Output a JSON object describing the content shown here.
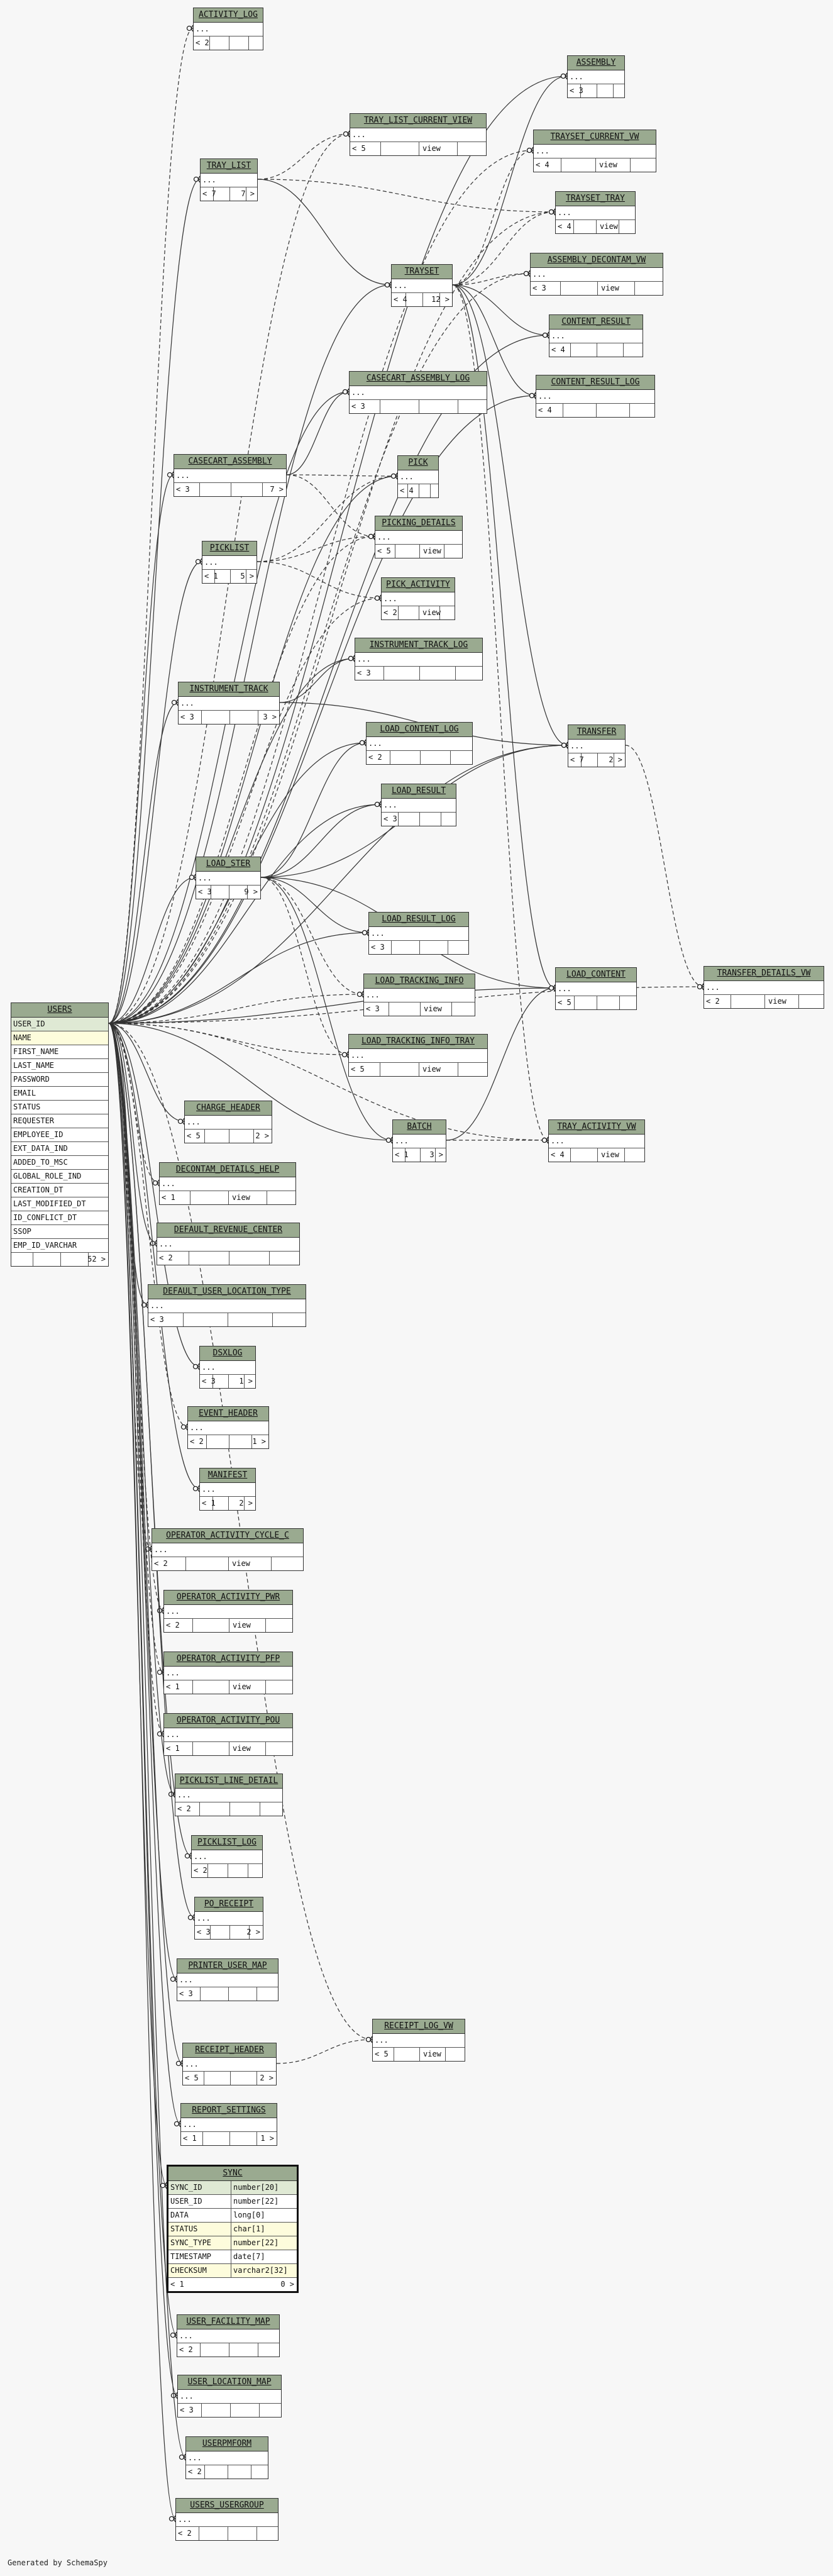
{
  "footer": "Generated by SchemaSpy",
  "colors": {
    "header": "#9aaa90",
    "key_row": "#dfe9d4",
    "nullable_row": "#fdfcdc",
    "line": "#333333"
  },
  "tables": [
    {
      "id": "activity_log",
      "name": "ACTIVITY_LOG",
      "rows": [
        "..."
      ],
      "f1": "< 2",
      "f2": "",
      "f3": ""
    },
    {
      "id": "assembly",
      "name": "ASSEMBLY",
      "rows": [
        "..."
      ],
      "f1": "< 3",
      "f2": "",
      "f3": ""
    },
    {
      "id": "tray_list_current_vw",
      "name": "TRAY_LIST_CURRENT_VIEW",
      "rows": [
        "..."
      ],
      "f1": "< 5",
      "f2": "view",
      "f3": ""
    },
    {
      "id": "tray_list",
      "name": "TRAY_LIST",
      "rows": [
        "..."
      ],
      "f1": "< 7",
      "f2": "",
      "f3": "7 >"
    },
    {
      "id": "trayset_current_vw",
      "name": "TRAYSET_CURRENT_VW",
      "rows": [
        "..."
      ],
      "f1": "< 4",
      "f2": "view",
      "f3": ""
    },
    {
      "id": "trayset_tray",
      "name": "TRAYSET_TRAY",
      "rows": [
        "..."
      ],
      "f1": "< 4",
      "f2": "view",
      "f3": ""
    },
    {
      "id": "trayset",
      "name": "TRAYSET",
      "rows": [
        "..."
      ],
      "f1": "< 4",
      "f2": "",
      "f3": "12 >"
    },
    {
      "id": "assembly_decontam_vw",
      "name": "ASSEMBLY_DECONTAM_VW",
      "rows": [
        "..."
      ],
      "f1": "< 3",
      "f2": "view",
      "f3": ""
    },
    {
      "id": "content_result",
      "name": "CONTENT_RESULT",
      "rows": [
        "..."
      ],
      "f1": "< 4",
      "f2": "",
      "f3": ""
    },
    {
      "id": "cassemblylog",
      "name": "CASECART_ASSEMBLY_LOG",
      "rows": [
        "..."
      ],
      "f1": "< 3",
      "f2": "",
      "f3": ""
    },
    {
      "id": "content_result_log",
      "name": "CONTENT_RESULT_LOG",
      "rows": [
        "..."
      ],
      "f1": "< 4",
      "f2": "",
      "f3": ""
    },
    {
      "id": "casecart_assembly",
      "name": "CASECART_ASSEMBLY",
      "rows": [
        "..."
      ],
      "f1": "< 3",
      "f2": "",
      "f3": "7 >"
    },
    {
      "id": "pick",
      "name": "PICK",
      "rows": [
        "..."
      ],
      "f1": "< 4",
      "f2": "",
      "f3": ""
    },
    {
      "id": "picking_details",
      "name": "PICKING_DETAILS",
      "rows": [
        "..."
      ],
      "f1": "< 5",
      "f2": "view",
      "f3": ""
    },
    {
      "id": "picklist",
      "name": "PICKLIST",
      "rows": [
        "..."
      ],
      "f1": "< 1",
      "f2": "",
      "f3": "5 >"
    },
    {
      "id": "pick_activity",
      "name": "PICK_ACTIVITY",
      "rows": [
        "..."
      ],
      "f1": "< 2",
      "f2": "view",
      "f3": ""
    },
    {
      "id": "instrument_track_log",
      "name": "INSTRUMENT_TRACK_LOG",
      "rows": [
        "..."
      ],
      "f1": "< 3",
      "f2": "",
      "f3": ""
    },
    {
      "id": "instrument_track",
      "name": "INSTRUMENT_TRACK",
      "rows": [
        "..."
      ],
      "f1": "< 3",
      "f2": "",
      "f3": "3 >"
    },
    {
      "id": "transfer",
      "name": "TRANSFER",
      "rows": [
        "..."
      ],
      "f1": "< 7",
      "f2": "",
      "f3": "2 >"
    },
    {
      "id": "load_content_log",
      "name": "LOAD_CONTENT_LOG",
      "rows": [
        "..."
      ],
      "f1": "< 2",
      "f2": "",
      "f3": ""
    },
    {
      "id": "load_result",
      "name": "LOAD_RESULT",
      "rows": [
        "..."
      ],
      "f1": "< 3",
      "f2": "",
      "f3": ""
    },
    {
      "id": "load_ster",
      "name": "LOAD_STER",
      "rows": [
        "..."
      ],
      "f1": "< 3",
      "f2": "",
      "f3": "9 >"
    },
    {
      "id": "load_result_log",
      "name": "LOAD_RESULT_LOG",
      "rows": [
        "..."
      ],
      "f1": "< 3",
      "f2": "",
      "f3": ""
    },
    {
      "id": "load_content",
      "name": "LOAD_CONTENT",
      "rows": [
        "..."
      ],
      "f1": "< 5",
      "f2": "",
      "f3": ""
    },
    {
      "id": "transfer_details_vw",
      "name": "TRANSFER_DETAILS_VW",
      "rows": [
        "..."
      ],
      "f1": "< 2",
      "f2": "view",
      "f3": ""
    },
    {
      "id": "load_tracking_info",
      "name": "LOAD_TRACKING_INFO",
      "rows": [
        "..."
      ],
      "f1": "< 3",
      "f2": "view",
      "f3": ""
    },
    {
      "id": "load_tracking_info_tray",
      "name": "LOAD_TRACKING_INFO_TRAY",
      "rows": [
        "..."
      ],
      "f1": "< 5",
      "f2": "view",
      "f3": ""
    },
    {
      "id": "charge_header",
      "name": "CHARGE_HEADER",
      "rows": [
        "..."
      ],
      "f1": "< 5",
      "f2": "",
      "f3": "2 >"
    },
    {
      "id": "batch",
      "name": "BATCH",
      "rows": [
        "..."
      ],
      "f1": "< 1",
      "f2": "",
      "f3": "3 >"
    },
    {
      "id": "tray_activity_vw",
      "name": "TRAY_ACTIVITY_VW",
      "rows": [
        "..."
      ],
      "f1": "< 4",
      "f2": "view",
      "f3": ""
    },
    {
      "id": "decontam_details_help",
      "name": "DECONTAM_DETAILS_HELP",
      "rows": [
        "..."
      ],
      "f1": "< 1",
      "f2": "view",
      "f3": ""
    },
    {
      "id": "default_revenue_center",
      "name": "DEFAULT_REVENUE_CENTER",
      "rows": [
        "..."
      ],
      "f1": "< 2",
      "f2": "",
      "f3": ""
    },
    {
      "id": "default_user_location_type",
      "name": "DEFAULT_USER_LOCATION_TYPE",
      "rows": [
        "..."
      ],
      "f1": "< 3",
      "f2": "",
      "f3": ""
    },
    {
      "id": "dsxlog",
      "name": "DSXLOG",
      "rows": [
        "..."
      ],
      "f1": "< 3",
      "f2": "",
      "f3": "1 >"
    },
    {
      "id": "event_header",
      "name": "EVENT_HEADER",
      "rows": [
        "..."
      ],
      "f1": "< 2",
      "f2": "",
      "f3": "1 >"
    },
    {
      "id": "manifest",
      "name": "MANIFEST",
      "rows": [
        "..."
      ],
      "f1": "< 1",
      "f2": "",
      "f3": "2 >"
    },
    {
      "id": "op_cycle",
      "name": "OPERATOR_ACTIVITY_CYCLE_C",
      "rows": [
        "..."
      ],
      "f1": "< 2",
      "f2": "view",
      "f3": ""
    },
    {
      "id": "op_pwr",
      "name": "OPERATOR_ACTIVITY_PWR",
      "rows": [
        "..."
      ],
      "f1": "< 2",
      "f2": "view",
      "f3": ""
    },
    {
      "id": "op_pfp",
      "name": "OPERATOR_ACTIVITY_PFP",
      "rows": [
        "..."
      ],
      "f1": "< 1",
      "f2": "view",
      "f3": ""
    },
    {
      "id": "op_pou",
      "name": "OPERATOR_ACTIVITY_POU",
      "rows": [
        "..."
      ],
      "f1": "< 1",
      "f2": "view",
      "f3": ""
    },
    {
      "id": "picklist_line_detail",
      "name": "PICKLIST_LINE_DETAIL",
      "rows": [
        "..."
      ],
      "f1": "< 2",
      "f2": "",
      "f3": ""
    },
    {
      "id": "picklist_log",
      "name": "PICKLIST_LOG",
      "rows": [
        "..."
      ],
      "f1": "< 2",
      "f2": "",
      "f3": ""
    },
    {
      "id": "po_receipt",
      "name": "PO_RECEIPT",
      "rows": [
        "..."
      ],
      "f1": "< 3",
      "f2": "",
      "f3": "2 >"
    },
    {
      "id": "printer_user_map",
      "name": "PRINTER_USER_MAP",
      "rows": [
        "..."
      ],
      "f1": "< 3",
      "f2": "",
      "f3": ""
    },
    {
      "id": "receipt_log_vw",
      "name": "RECEIPT_LOG_VW",
      "rows": [
        "..."
      ],
      "f1": "< 5",
      "f2": "view",
      "f3": ""
    },
    {
      "id": "receipt_header",
      "name": "RECEIPT_HEADER",
      "rows": [
        "..."
      ],
      "f1": "< 5",
      "f2": "",
      "f3": "2 >"
    },
    {
      "id": "report_settings",
      "name": "REPORT_SETTINGS",
      "rows": [
        "..."
      ],
      "f1": "< 1",
      "f2": "",
      "f3": "1 >"
    },
    {
      "id": "user_facility_map",
      "name": "USER_FACILITY_MAP",
      "rows": [
        "..."
      ],
      "f1": "< 2",
      "f2": "",
      "f3": ""
    },
    {
      "id": "user_location_map",
      "name": "USER_LOCATION_MAP",
      "rows": [
        "..."
      ],
      "f1": "< 3",
      "f2": "",
      "f3": ""
    },
    {
      "id": "userpmform",
      "name": "USERPMFORM",
      "rows": [
        "..."
      ],
      "f1": "< 2",
      "f2": "",
      "f3": ""
    },
    {
      "id": "users_usergroup",
      "name": "USERS_USERGROUP",
      "rows": [
        "..."
      ],
      "f1": "< 2",
      "f2": "",
      "f3": ""
    }
  ],
  "users": {
    "name": "USERS",
    "columns": [
      "USER_ID",
      "NAME",
      "FIRST_NAME",
      "LAST_NAME",
      "PASSWORD",
      "EMAIL",
      "STATUS",
      "REQUESTER",
      "EMPLOYEE_ID",
      "EXT_DATA_IND",
      "ADDED_TO_MSC",
      "GLOBAL_ROLE_IND",
      "CREATION_DT",
      "LAST_MODIFIED_DT",
      "ID_CONFLICT_DT",
      "SSOP",
      "EMP_ID_VARCHAR"
    ],
    "f3": "52 >"
  },
  "sync": {
    "name": "SYNC",
    "columns": [
      {
        "name": "SYNC_ID",
        "type": "number[20]"
      },
      {
        "name": "USER_ID",
        "type": "number[22]"
      },
      {
        "name": "DATA",
        "type": "long[0]"
      },
      {
        "name": "STATUS",
        "type": "char[1]"
      },
      {
        "name": "SYNC_TYPE",
        "type": "number[22]"
      },
      {
        "name": "TIMESTAMP",
        "type": "date[7]"
      },
      {
        "name": "CHECKSUM",
        "type": "varchar2[32]"
      }
    ],
    "f1": "< 1",
    "f3": "0 >"
  }
}
